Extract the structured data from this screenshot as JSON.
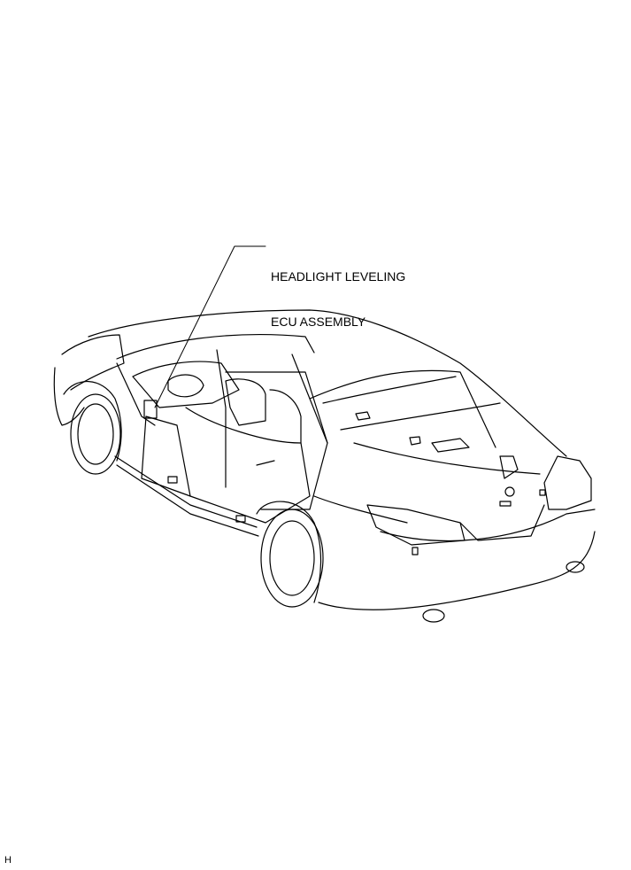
{
  "callout": {
    "line1": "HEADLIGHT LEVELING",
    "line2": "ECU ASSEMBLY"
  },
  "corner_code": "H",
  "colors": {
    "stroke": "#000000",
    "background": "#ffffff"
  }
}
